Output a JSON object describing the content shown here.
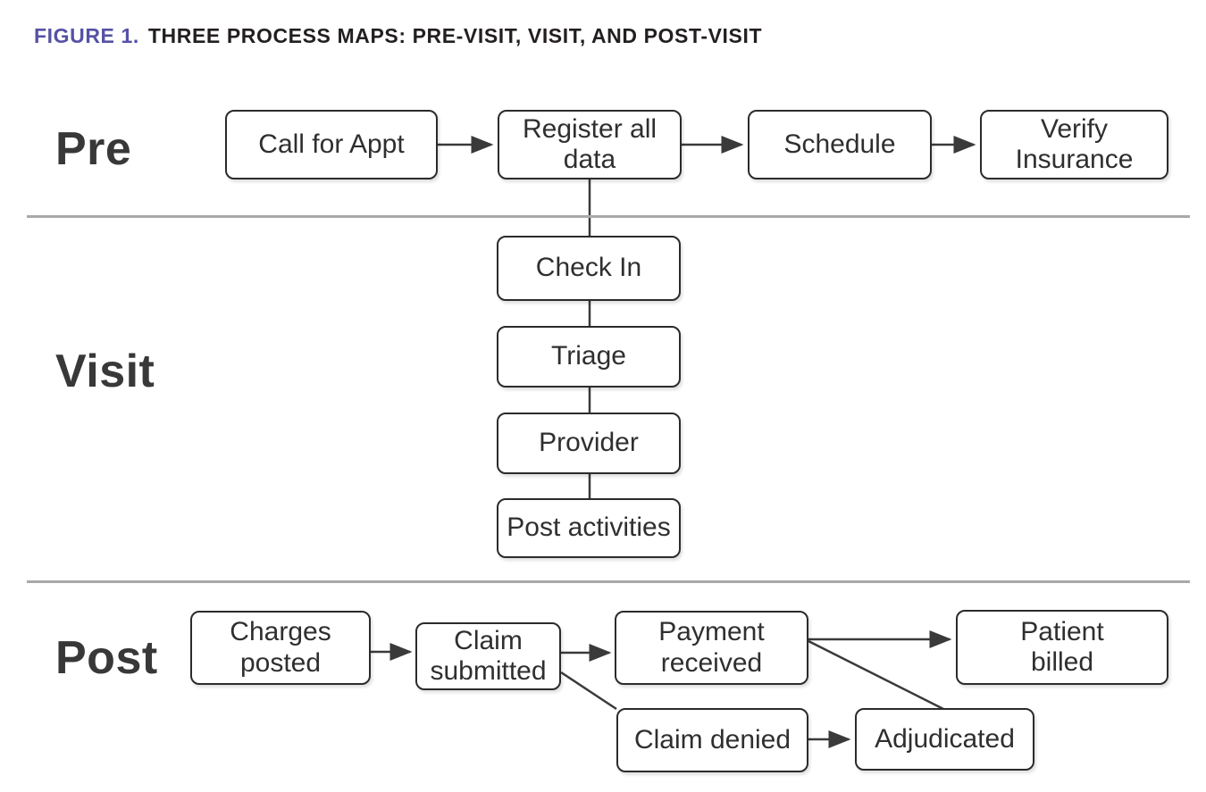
{
  "figure": {
    "label": "FIGURE 1.",
    "title": "THREE PROCESS MAPS: PRE-VISIT, VISIT, AND POST-VISIT"
  },
  "sections": {
    "pre": {
      "label": "Pre",
      "boxes": [
        {
          "label": "Call for Appt"
        },
        {
          "label": "Register all data"
        },
        {
          "label": "Schedule"
        },
        {
          "label": "Verify Insurance"
        }
      ]
    },
    "visit": {
      "label": "Visit",
      "boxes": [
        {
          "label": "Check In"
        },
        {
          "label": "Triage"
        },
        {
          "label": "Provider"
        },
        {
          "label": "Post activities"
        }
      ]
    },
    "post": {
      "label": "Post",
      "boxes": [
        {
          "label": "Charges posted"
        },
        {
          "label": "Claim submitted"
        },
        {
          "label": "Payment received"
        },
        {
          "label": "Patient billed"
        },
        {
          "label": "Claim denied"
        },
        {
          "label": "Adjudicated"
        }
      ]
    }
  },
  "edges": [
    {
      "from": "Call for Appt",
      "to": "Register all data",
      "arrowhead": true
    },
    {
      "from": "Register all data",
      "to": "Schedule",
      "arrowhead": true
    },
    {
      "from": "Schedule",
      "to": "Verify Insurance",
      "arrowhead": true
    },
    {
      "from": "Register all data",
      "to": "Check In",
      "arrowhead": false
    },
    {
      "from": "Check In",
      "to": "Triage",
      "arrowhead": false
    },
    {
      "from": "Triage",
      "to": "Provider",
      "arrowhead": false
    },
    {
      "from": "Provider",
      "to": "Post activities",
      "arrowhead": false
    },
    {
      "from": "Charges posted",
      "to": "Claim submitted",
      "arrowhead": true
    },
    {
      "from": "Claim submitted",
      "to": "Payment received",
      "arrowhead": true
    },
    {
      "from": "Payment received",
      "to": "Patient billed",
      "arrowhead": true
    },
    {
      "from": "Claim submitted",
      "to": "Claim denied",
      "arrowhead": false
    },
    {
      "from": "Claim denied",
      "to": "Adjudicated",
      "arrowhead": true
    },
    {
      "from": "Adjudicated",
      "to": "Payment received",
      "arrowhead": false
    }
  ],
  "colors": {
    "figure_label": "#5551a5",
    "title_text": "#231f20",
    "box_border": "#2b2b2b",
    "box_text": "#2f2f2f",
    "section_label": "#383838",
    "divider": "#a9a9a9",
    "connector": "#3a3a3a"
  }
}
